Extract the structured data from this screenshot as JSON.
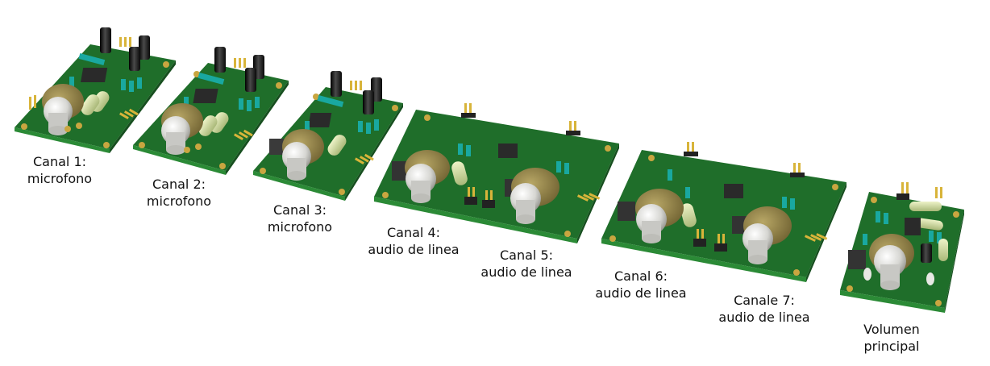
{
  "colors": {
    "pcb": "#1f6e2a",
    "pcb_dark": "#174f1f",
    "pcb_edge": "#2b8a36",
    "cap_teal": "#19a8a0",
    "resistor": "#c9d79a",
    "pot_body": "#9b8a4e",
    "knob": "#dcdcd8",
    "electrolytic": "#1a1a1a",
    "pin_gold": "#d8b43a",
    "chip": "#2a2a2a"
  },
  "boards": [
    {
      "id": "ch1",
      "title": "Canal 1:",
      "subtitle": "microfono",
      "kind": "mic"
    },
    {
      "id": "ch2",
      "title": "Canal 2:",
      "subtitle": "microfono",
      "kind": "mic"
    },
    {
      "id": "ch3",
      "title": "Canal 3:",
      "subtitle": "microfono",
      "kind": "mic"
    },
    {
      "id": "ch4",
      "title": "Canal 4:",
      "subtitle": "audio de linea",
      "kind": "line"
    },
    {
      "id": "ch5",
      "title": "Canal 5:",
      "subtitle": "audio de linea",
      "kind": "line"
    },
    {
      "id": "ch6",
      "title": "Canal 6:",
      "subtitle": "audio de linea",
      "kind": "line"
    },
    {
      "id": "ch7",
      "title": "Canale 7:",
      "subtitle": "audio de linea",
      "kind": "line"
    },
    {
      "id": "master",
      "title": "Volumen",
      "subtitle": "principal",
      "kind": "master"
    }
  ]
}
